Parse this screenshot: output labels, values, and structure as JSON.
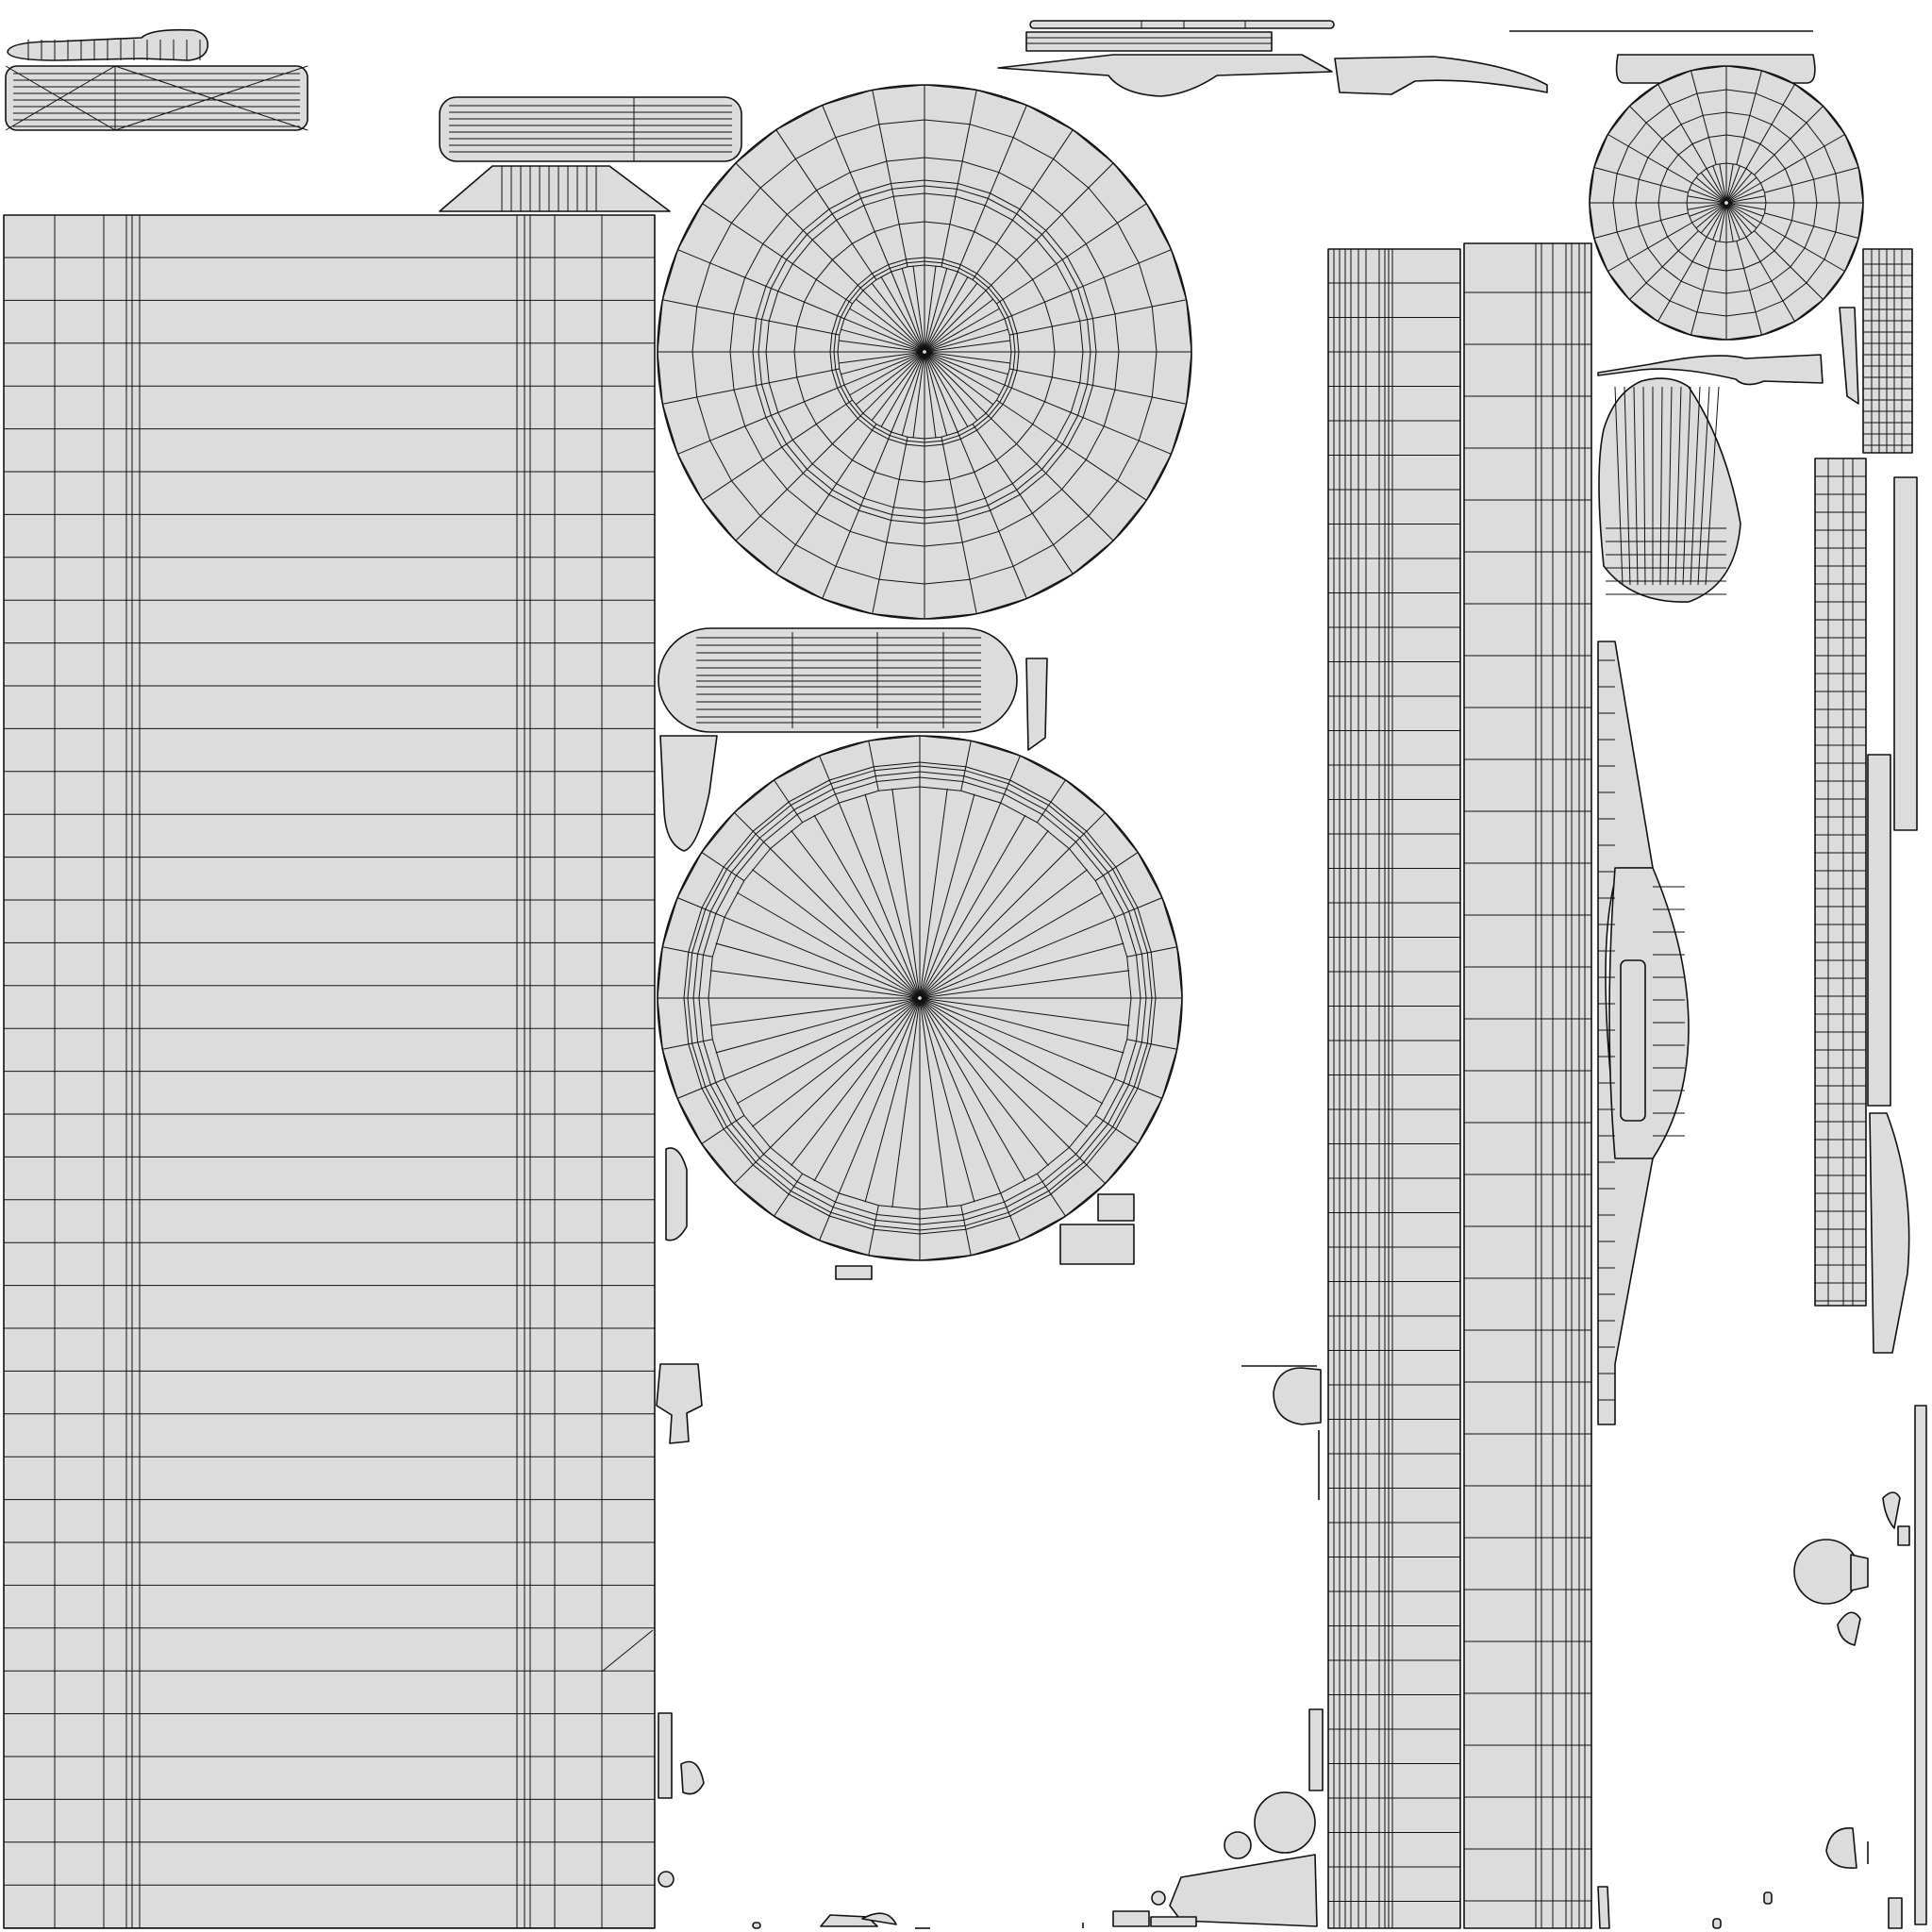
{
  "colors": {
    "background": "#ffffff",
    "island_fill": "#dcdcdc",
    "wire": "#111111"
  },
  "islands": [
    {
      "name": "handle-strip-island"
    },
    {
      "name": "long-bar-island"
    },
    {
      "name": "capsule-island"
    },
    {
      "name": "trapezoid-island"
    },
    {
      "name": "large-grid-island"
    },
    {
      "name": "radial-disc-upper-island"
    },
    {
      "name": "rounded-cap-island"
    },
    {
      "name": "radial-disc-lower-island"
    },
    {
      "name": "top-plate-island"
    },
    {
      "name": "tapered-fin-island"
    },
    {
      "name": "tall-strip-left-island"
    },
    {
      "name": "tall-strip-right-island"
    },
    {
      "name": "small-disc-island"
    },
    {
      "name": "cone-island"
    },
    {
      "name": "spindle-island"
    },
    {
      "name": "narrow-strip-island"
    },
    {
      "name": "small-pieces-island"
    }
  ]
}
